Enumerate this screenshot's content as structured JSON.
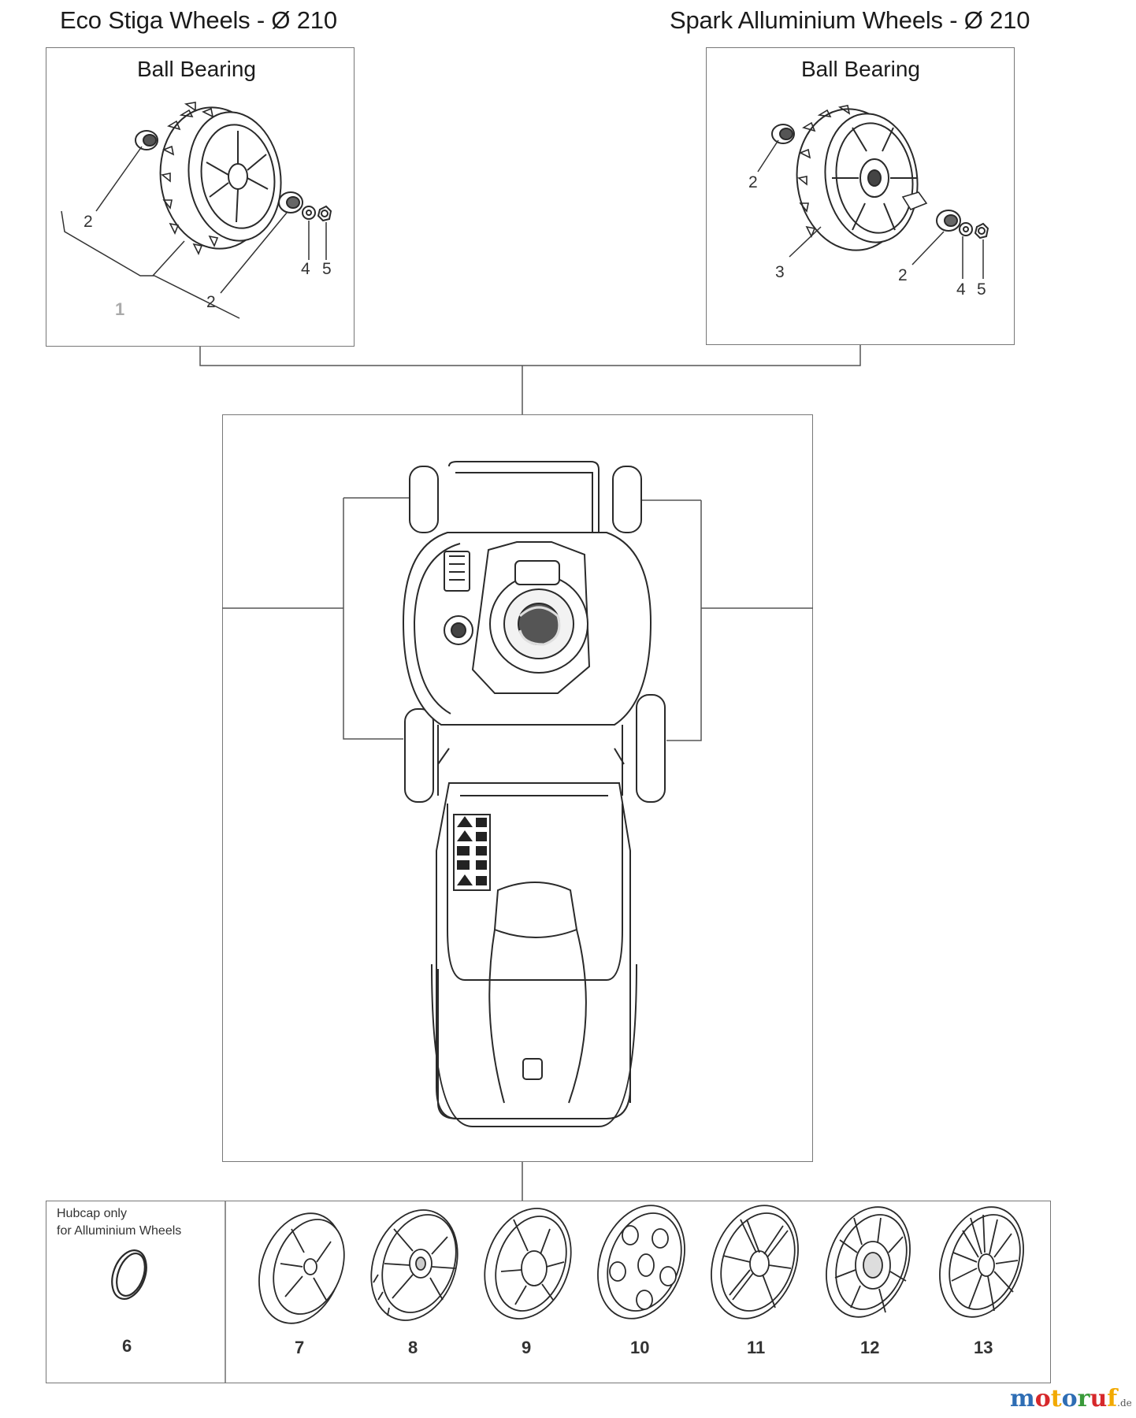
{
  "headers": {
    "left_title": "Eco Stiga Wheels - Ø 210",
    "right_title": "Spark Alluminium Wheels - Ø 210"
  },
  "left_panel": {
    "subtitle": "Ball Bearing",
    "callouts": [
      "2",
      "2",
      "4",
      "5",
      "1"
    ]
  },
  "right_panel": {
    "subtitle": "Ball Bearing",
    "callouts": [
      "2",
      "3",
      "2",
      "4",
      "5"
    ]
  },
  "hubcaps": {
    "note_line1": "Hubcap only",
    "note_line2": "for Alluminium Wheels",
    "items": [
      {
        "label": "6",
        "icon": "ring-icon"
      },
      {
        "label": "7",
        "icon": "hubcap-icon"
      },
      {
        "label": "8",
        "icon": "hubcap-icon"
      },
      {
        "label": "9",
        "icon": "hubcap-icon"
      },
      {
        "label": "10",
        "icon": "hubcap-icon"
      },
      {
        "label": "11",
        "icon": "hubcap-icon"
      },
      {
        "label": "12",
        "icon": "hubcap-icon"
      },
      {
        "label": "13",
        "icon": "hubcap-icon"
      }
    ]
  },
  "watermark": {
    "brand": "motoruf",
    "tld": ".de",
    "colors": [
      "#2e6db4",
      "#d6282b",
      "#f2a900",
      "#3a9a3a"
    ]
  }
}
